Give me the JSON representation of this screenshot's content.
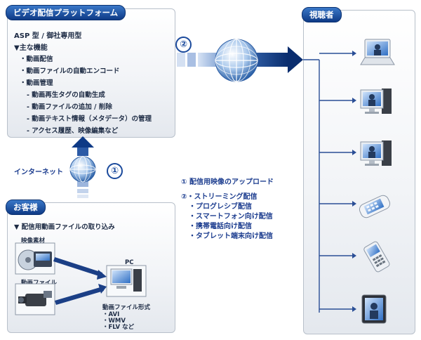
{
  "platform": {
    "title": "ビデオ配信プラットフォーム",
    "subtitle": "ASP 型 / 御社専用型",
    "features_heading": "▼主な機能",
    "items": [
      "・動画配信",
      "・動画ファイルの自動エンコード",
      "・動画管理",
      "- 動画再生タグの自動生成",
      "- 動画ファイルの追加 / 削除",
      "- 動画テキスト情報（メタデータ）の管理",
      "- アクセス履歴、映像編集など"
    ]
  },
  "viewer": {
    "title": "視聴者"
  },
  "customer": {
    "title": "お客様",
    "heading": "▼ 配信用動画ファイルの取り込み",
    "video_material": "映像素材",
    "video_file": "動画ファイル",
    "pc": "PC",
    "formats_heading": "動画ファイル形式",
    "formats": [
      "・AVI",
      "・WMV",
      "・FLV など"
    ]
  },
  "internet_label": "インターネット",
  "step1": "①",
  "step2": "②",
  "legend": {
    "line1": "① 配信用映像のアップロード",
    "line2": "②・ストリーミング配信",
    "items": [
      "・プログレシブ配信",
      "・スマートフォン向け配信",
      "・携帯電話向け配信",
      "・タブレット端末向け配信"
    ]
  },
  "devices": [
    "laptop-icon",
    "desktop-pc-icon",
    "desktop-pc-icon",
    "smartphone-icon",
    "mobile-phone-icon",
    "tablet-icon"
  ],
  "colors": {
    "accent": "#0e3a86",
    "arrow": "#0a2d6e"
  }
}
